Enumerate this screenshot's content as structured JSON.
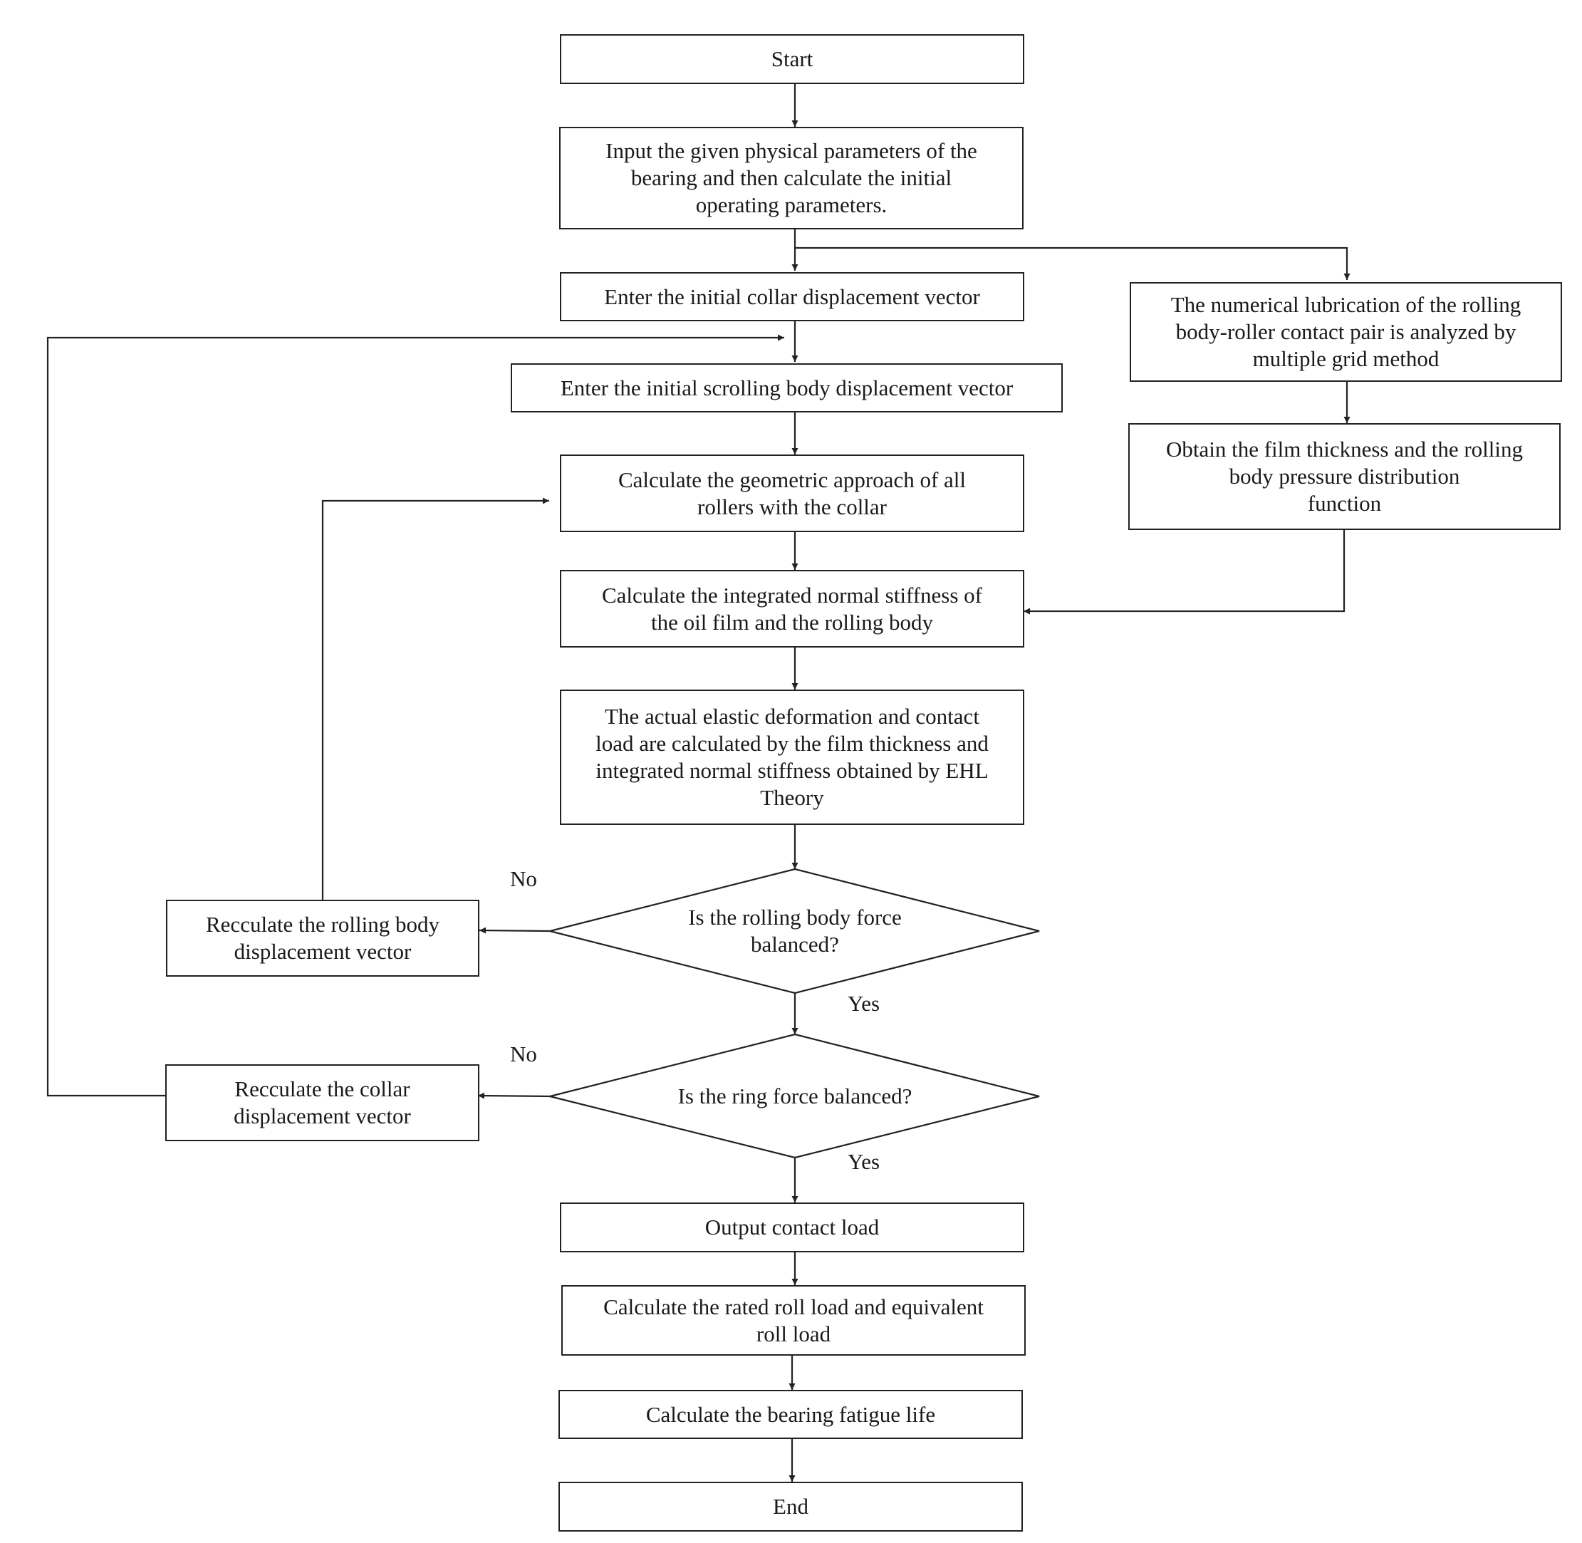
{
  "nodes": {
    "start": "Start",
    "input_params": "Input the given physical parameters of the\nbearing and then calculate the initial\noperating parameters.",
    "collar_vector": "Enter the initial collar displacement vector",
    "scrolling_vector": "Enter the initial scrolling body displacement vector",
    "geometric_approach": "Calculate the geometric approach of all\nrollers with the collar",
    "normal_stiffness": "Calculate the integrated normal stiffness of\nthe oil film and the rolling body",
    "elastic_deformation": "The actual elastic deformation and contact\nload are calculated by the film thickness and\nintegrated normal stiffness obtained by EHL\nTheory",
    "rolling_balanced": "Is the rolling body force\nbalanced?",
    "ring_balanced": "Is the ring force balanced?",
    "recalc_rolling": "Recculate the rolling body\ndisplacement vector",
    "recalc_collar": "Recculate the collar\ndisplacement vector",
    "output_load": "Output contact load",
    "rated_load": "Calculate the rated roll load and equivalent\nroll load",
    "fatigue_life": "Calculate the bearing fatigue life",
    "end": "End",
    "lubrication": "The numerical lubrication of the rolling\nbody-roller contact pair is analyzed by\nmultiple grid method",
    "film_thickness": "Obtain the film thickness and the rolling\nbody pressure distribution\nfunction"
  },
  "labels": {
    "no_1": "No",
    "yes_1": "Yes",
    "no_2": "No",
    "yes_2": "Yes"
  },
  "colors": {
    "line": "#222222",
    "background": "#ffffff"
  }
}
